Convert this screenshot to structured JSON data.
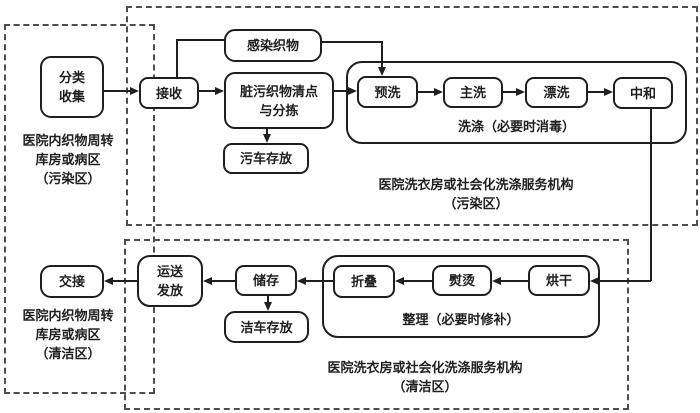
{
  "figure_type": "flowchart",
  "colors": {
    "line": "#1f1f1f",
    "dashed_border": "#4d4d4d",
    "background": "#ffffff"
  },
  "nodes": {
    "classify_collect": "分类\n收集",
    "receive": "接收",
    "infected_textiles": "感染织物",
    "sorting": "脏污织物清点\n与分拣",
    "dirty_cart_storage": "污车存放",
    "prewash": "预洗",
    "main_wash": "主洗",
    "rinse": "漂洗",
    "neutralize": "中和",
    "handover": "交接",
    "transport_issue": "运送\n发放",
    "storage": "储存",
    "clean_cart_storage": "洁车存放",
    "fold": "折叠",
    "iron": "熨烫",
    "dry": "烘干"
  },
  "group_labels": {
    "washing": "洗涤（必要时消毒）",
    "tidying": "整理（必要时修补）"
  },
  "zone_labels": {
    "left_top": "医院内织物周转\n库房或病区\n（污染区）",
    "left_bottom": "医院内织物周转\n库房或病区\n（清洁区）",
    "right_top": "医院洗衣房或社会化洗涤服务机构\n（污染区）",
    "right_bottom": "医院洗衣房或社会化洗涤服务机构\n（清洁区）"
  },
  "edges": [
    "分类收集 → 接收",
    "接收 → 感染织物",
    "感染织物 → 预洗",
    "接收 → 脏污织物清点与分拣",
    "脏污织物清点与分拣 → 污车存放",
    "脏污织物清点与分拣 → 预洗",
    "预洗 → 主洗",
    "主洗 → 漂洗",
    "漂洗 → 中和",
    "中和 → 烘干",
    "烘干 → 熨烫",
    "熨烫 → 折叠",
    "折叠 → 储存",
    "储存 → 洁车存放",
    "储存 → 运送发放",
    "运送发放 → 交接"
  ]
}
